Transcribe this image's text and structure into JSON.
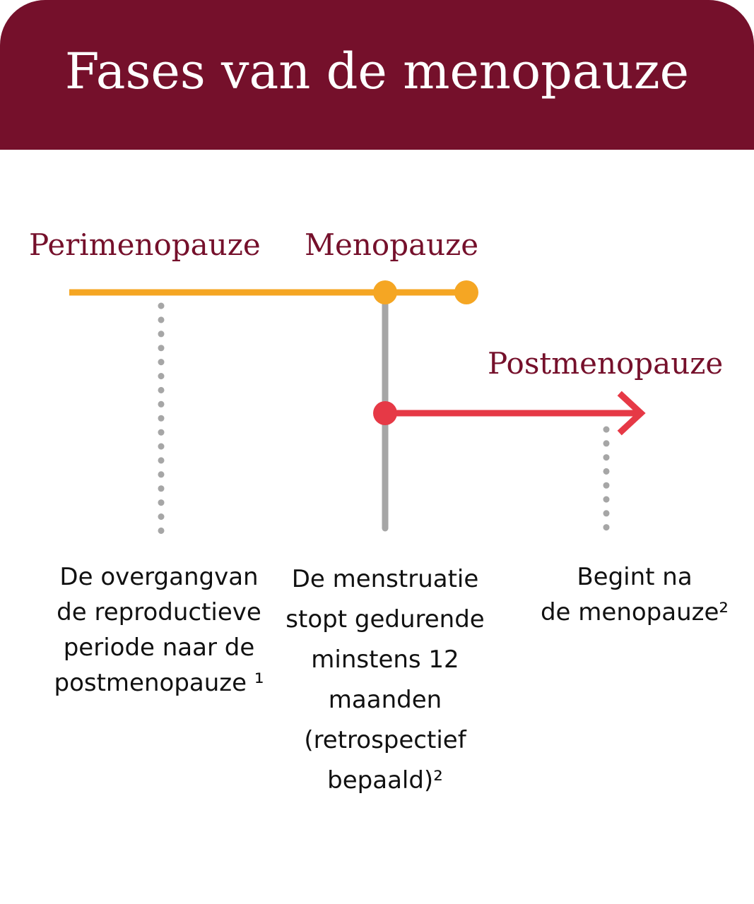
{
  "title": "Fases van de menopauze",
  "colors": {
    "header_bg": "#75102b",
    "phase_label": "#75102b",
    "perimenopause_line": "#f5a623",
    "postmenopause_line": "#e63946",
    "menopause_marker_line": "#a6a6a6",
    "dotted_line": "#a6a6a6",
    "description_text": "#111111"
  },
  "phases": {
    "perimenopauze": {
      "label": "Perimenopauze",
      "description": [
        "De overgangvan",
        "de reproductieve",
        "periode naar de",
        "postmenopauze ¹"
      ]
    },
    "menopauze": {
      "label": "Menopauze",
      "description": [
        "De menstruatie",
        "stopt gedurende",
        "minstens 12",
        "maanden",
        "(retrospectief",
        "bepaald)²"
      ]
    },
    "postmenopauze": {
      "label": "Postmenopauze",
      "description": [
        "Begint na",
        "de menopauze²"
      ]
    }
  }
}
